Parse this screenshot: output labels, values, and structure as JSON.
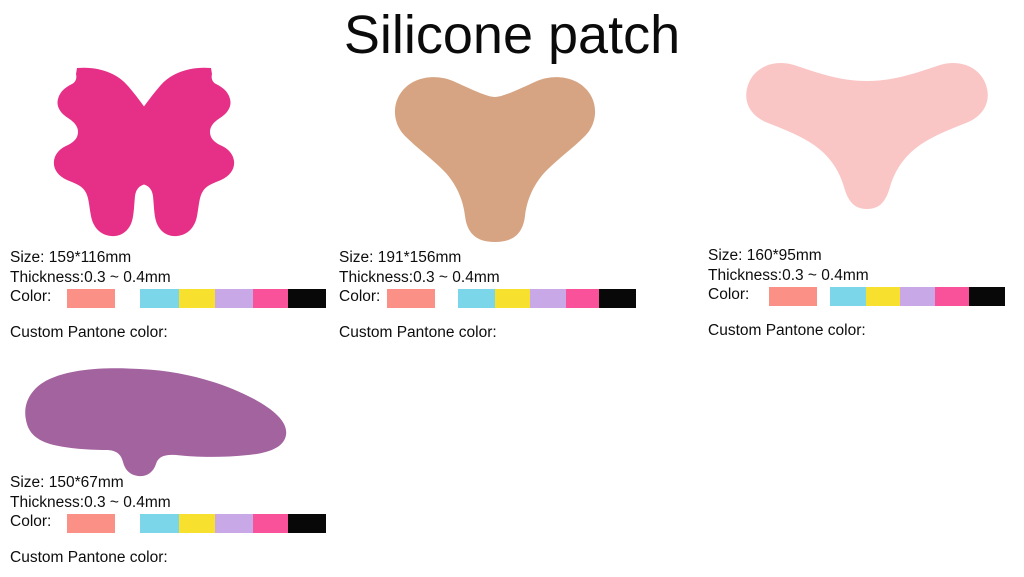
{
  "header": {
    "title": "Silicone patch"
  },
  "labels": {
    "size_prefix": "Size: ",
    "thickness_prefix": "Thickness:",
    "color_label": "Color:",
    "pantone_label": "Custom Pantone color:"
  },
  "palette": {
    "solo_swatch": "#fa9086",
    "strip": [
      "#7ad6e8",
      "#f7e02e",
      "#c9a8e8",
      "#f9519a",
      "#080808"
    ],
    "strip_names": [
      "cyan",
      "yellow",
      "lavender",
      "pink",
      "black"
    ],
    "product_colors": {
      "butterfly_wings": "#e62f87",
      "chin_beige": "#d6a482",
      "chest_pale_pink": "#fac6c5",
      "forehead_purple": "#a2639f"
    }
  },
  "products": [
    {
      "id": "butterfly-wing-patch",
      "shape_name": "butterfly-wing-pair-patch",
      "color": "#e62f87",
      "size_text": "Size: 159*116mm",
      "size_value": "159*116mm",
      "thickness_text": "Thickness:0.3 ~ 0.4mm",
      "thickness_value": "0.3 ~ 0.4mm",
      "color_text": "Color:",
      "pantone_text": "Custom Pantone color:"
    },
    {
      "id": "chin-neck-patch",
      "shape_name": "chin-neck-patch",
      "color": "#d6a482",
      "size_text": "Size: 191*156mm",
      "size_value": "191*156mm",
      "thickness_text": "Thickness:0.3 ~ 0.4mm",
      "thickness_value": "0.3 ~ 0.4mm",
      "color_text": "Color:",
      "pantone_text": "Custom Pantone color:"
    },
    {
      "id": "chest-decollete-patch",
      "shape_name": "chest-decollete-patch",
      "color": "#fac6c5",
      "size_text": "Size: 160*95mm",
      "size_value": "160*95mm",
      "thickness_text": "Thickness:0.3 ~ 0.4mm",
      "thickness_value": "0.3 ~ 0.4mm",
      "color_text": "Color:",
      "pantone_text": "Custom Pantone color:"
    },
    {
      "id": "forehead-patch",
      "shape_name": "forehead-patch",
      "color": "#a2639f",
      "size_text": "Size: 150*67mm",
      "size_value": "150*67mm",
      "thickness_text": "Thickness:0.3 ~ 0.4mm",
      "thickness_value": "0.3 ~ 0.4mm",
      "color_text": "Color:",
      "pantone_text": "Custom Pantone color:"
    }
  ]
}
